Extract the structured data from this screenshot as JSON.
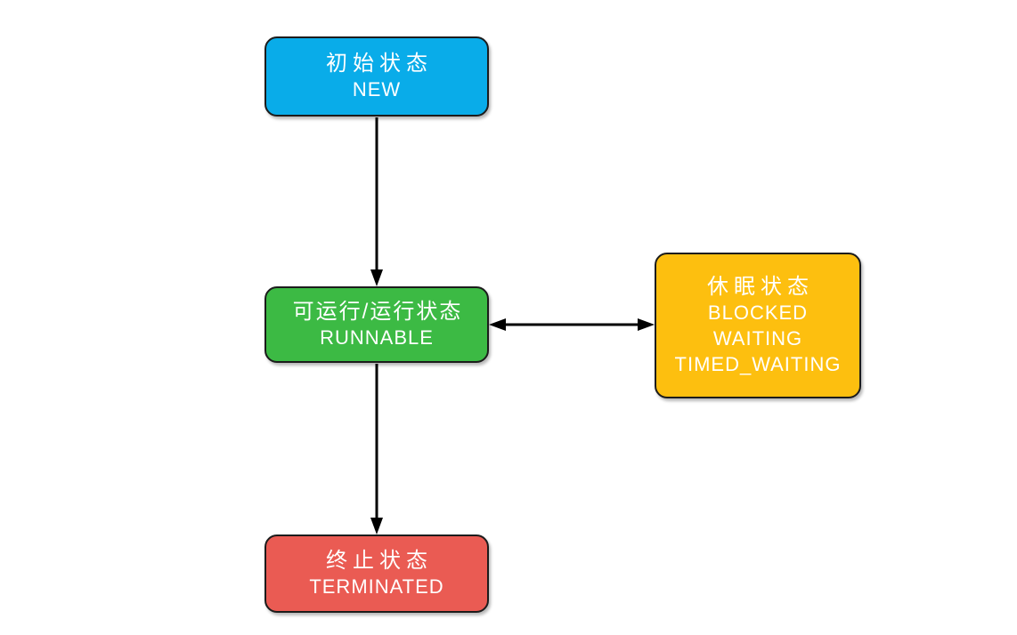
{
  "diagram": {
    "type": "state-flow-diagram",
    "background": "#ffffff",
    "nodes": [
      {
        "id": "new",
        "lines": [
          "初始状态",
          "NEW"
        ],
        "fill": "#09ace9"
      },
      {
        "id": "runnable",
        "lines": [
          "可运行/运行状态",
          "RUNNABLE"
        ],
        "fill": "#3cba44"
      },
      {
        "id": "sleep",
        "lines": [
          "休眠状态",
          "BLOCKED",
          "WAITING",
          "TIMED_WAITING"
        ],
        "fill": "#fdbf0f"
      },
      {
        "id": "terminated",
        "lines": [
          "终止状态",
          "TERMINATED"
        ],
        "fill": "#ea5b53"
      }
    ],
    "edges": [
      {
        "from": "new",
        "to": "runnable",
        "direction": "one-way-down"
      },
      {
        "from": "runnable",
        "to": "sleep",
        "direction": "two-way-horizontal"
      },
      {
        "from": "runnable",
        "to": "terminated",
        "direction": "one-way-down"
      }
    ],
    "colors": {
      "arrow": "#000000",
      "node_border": "#1c1c1c",
      "node_text": "#ffffff"
    }
  }
}
